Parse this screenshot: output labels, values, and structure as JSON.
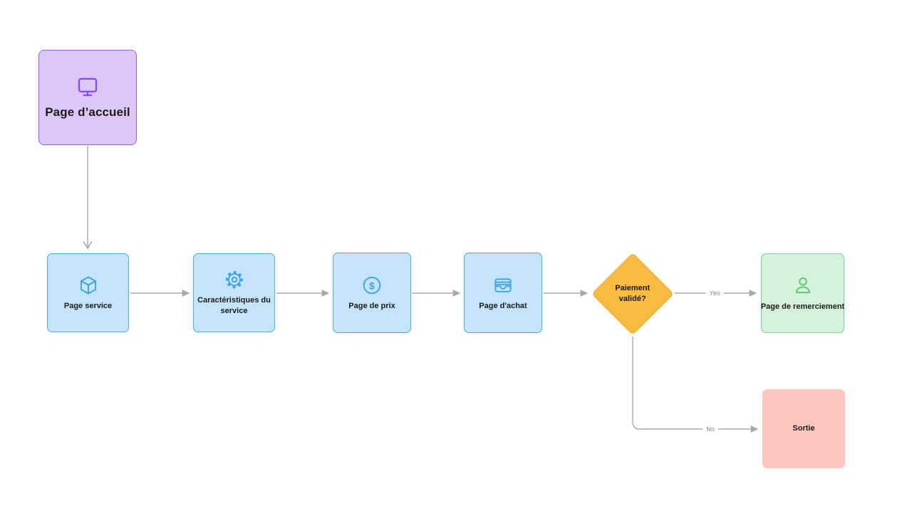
{
  "app": {
    "type": "flowchart-canvas",
    "background": "#ffffff",
    "connector_color": "#a9a9a9"
  },
  "nodes": {
    "accueil": {
      "label": "Page d’accueil",
      "icon": "monitor-icon",
      "fill": "#dcc7f8",
      "border": "#9c5ee8",
      "icon_color": "#8448ec"
    },
    "service": {
      "label": "Page service",
      "icon": "package-icon",
      "fill": "#c4e4fb",
      "border": "#54abe4",
      "icon_color": "#41a1e0"
    },
    "caracteristiques": {
      "label": "Caractéristiques du service",
      "icon": "gear-icon",
      "fill": "#c4e4fb",
      "border": "#54abe4",
      "icon_color": "#41a1e0"
    },
    "prix": {
      "label": "Page de prix",
      "icon": "dollar-circle-icon",
      "fill": "#c4e4fb",
      "border": "#54abe4",
      "icon_color": "#41a1e0"
    },
    "achat": {
      "label": "Page d'achat",
      "icon": "wallet-icon",
      "fill": "#c4e4fb",
      "border": "#54abe4",
      "icon_color": "#41a1e0"
    },
    "paiement": {
      "label": "Paiement validé?",
      "shape": "diamond",
      "fill": "#f8bb40",
      "border": "#ecaa2e"
    },
    "remerciement": {
      "label": "Page de remerciement",
      "icon": "person-icon",
      "fill": "#d6f2da",
      "border": "#7ed08e",
      "icon_color": "#5fc97a"
    },
    "sortie": {
      "label": "Sortie",
      "fill": "#fcc6c1"
    }
  },
  "edges": {
    "yes": {
      "label": "Yes"
    },
    "no": {
      "label": "No"
    }
  }
}
